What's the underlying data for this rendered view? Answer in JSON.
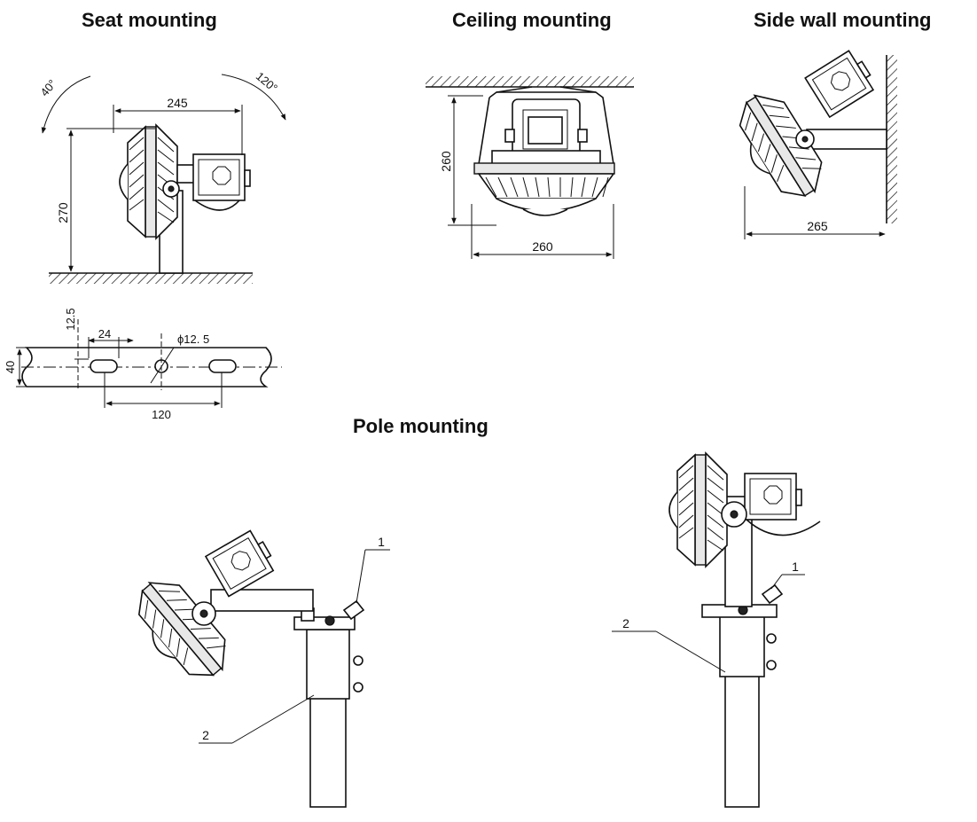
{
  "titles": {
    "seat": "Seat mounting",
    "ceiling": "Ceiling mounting",
    "side_wall": "Side wall mounting",
    "pole": "Pole mounting"
  },
  "dimensions": {
    "seat_width": "245",
    "seat_height": "270",
    "seat_angle_left": "40°",
    "seat_angle_right": "120°",
    "ceiling_height": "260",
    "ceiling_width": "260",
    "side_wall_width": "265",
    "bracket_edge": "12.5",
    "bracket_slot": "24",
    "bracket_hole": "ϕ12. 5",
    "bracket_height": "40",
    "bracket_spacing": "120"
  },
  "callouts": {
    "pole_left_1": "1",
    "pole_left_2": "2",
    "pole_right_1": "1",
    "pole_right_2": "2"
  }
}
